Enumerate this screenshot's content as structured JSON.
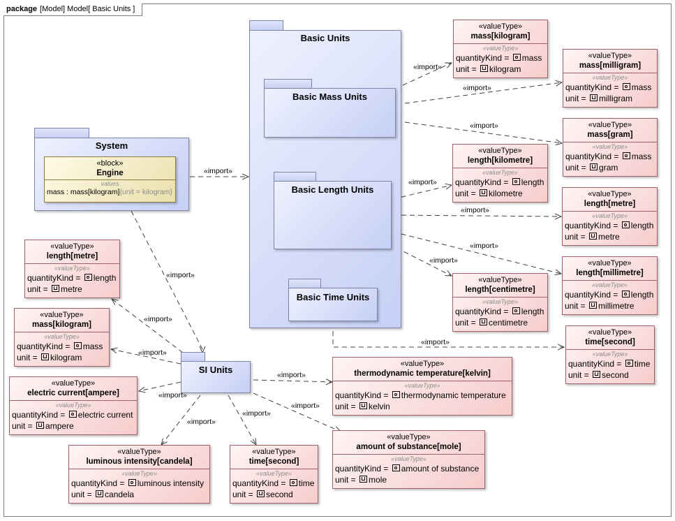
{
  "frame": {
    "keyword": "package",
    "path": "[Model] Model[ Basic Units ]"
  },
  "packages": {
    "basic_units": "Basic Units",
    "basic_mass_units": "Basic Mass Units",
    "basic_length_units": "Basic Length Units",
    "basic_time_units": "Basic Time Units",
    "system": "System",
    "si_units": "SI Units"
  },
  "engine_block": {
    "stereotype": "«block»",
    "name": "Engine",
    "compartment": "values",
    "value_prop": "mass : mass[kilogram]",
    "value_constraint": "{unit = kilogram}"
  },
  "value_types": [
    {
      "stereotype": "«valueType»",
      "name": "mass[kilogram]",
      "sub": "«valueType»",
      "qk_label": "quantityKind = ",
      "qk": "mass",
      "unit_label": "unit = ",
      "unit": "kilogram"
    },
    {
      "stereotype": "«valueType»",
      "name": "mass[milligram]",
      "sub": "«valueType»",
      "qk_label": "quantityKind = ",
      "qk": "mass",
      "unit_label": "unit = ",
      "unit": "milligram"
    },
    {
      "stereotype": "«valueType»",
      "name": "mass[gram]",
      "sub": "«valueType»",
      "qk_label": "quantityKind = ",
      "qk": "mass",
      "unit_label": "unit = ",
      "unit": "gram"
    },
    {
      "stereotype": "«valueType»",
      "name": "length[kilometre]",
      "sub": "«valueType»",
      "qk_label": "quantityKind = ",
      "qk": "length",
      "unit_label": "unit = ",
      "unit": "kilometre"
    },
    {
      "stereotype": "«valueType»",
      "name": "length[metre]",
      "sub": "«valueType»",
      "qk_label": "quantityKind = ",
      "qk": "length",
      "unit_label": "unit = ",
      "unit": "metre"
    },
    {
      "stereotype": "«valueType»",
      "name": "length[millimetre]",
      "sub": "«valueType»",
      "qk_label": "quantityKind = ",
      "qk": "length",
      "unit_label": "unit = ",
      "unit": "millimetre"
    },
    {
      "stereotype": "«valueType»",
      "name": "length[centimetre]",
      "sub": "«valueType»",
      "qk_label": "quantityKind = ",
      "qk": "length",
      "unit_label": "unit = ",
      "unit": "centimetre"
    },
    {
      "stereotype": "«valueType»",
      "name": "time[second]",
      "sub": "«valueType»",
      "qk_label": "quantityKind = ",
      "qk": "time",
      "unit_label": "unit = ",
      "unit": "second"
    },
    {
      "stereotype": "«valueType»",
      "name": "length[metre]",
      "sub": "«valueType»",
      "qk_label": "quantityKind = ",
      "qk": "length",
      "unit_label": "unit = ",
      "unit": "metre"
    },
    {
      "stereotype": "«valueType»",
      "name": "mass[kilogram]",
      "sub": "«valueType»",
      "qk_label": "quantityKind = ",
      "qk": "mass",
      "unit_label": "unit = ",
      "unit": "kilogram"
    },
    {
      "stereotype": "«valueType»",
      "name": "electric current[ampere]",
      "sub": "«valueType»",
      "qk_label": "quantityKind = ",
      "qk": "electric current",
      "unit_label": "unit = ",
      "unit": "ampere"
    },
    {
      "stereotype": "«valueType»",
      "name": "thermodynamic temperature[kelvin]",
      "sub": "«valueType»",
      "qk_label": "quantityKind = ",
      "qk": "thermodynamic temperature",
      "unit_label": "unit = ",
      "unit": "kelvin"
    },
    {
      "stereotype": "«valueType»",
      "name": "amount of substance[mole]",
      "sub": "«valueType»",
      "qk_label": "quantityKind = ",
      "qk": "amount of substance",
      "unit_label": "unit = ",
      "unit": "mole"
    },
    {
      "stereotype": "«valueType»",
      "name": "luminous intensity[candela]",
      "sub": "«valueType»",
      "qk_label": "quantityKind = ",
      "qk": "luminous intensity",
      "unit_label": "unit = ",
      "unit": "candela"
    },
    {
      "stereotype": "«valueType»",
      "name": "time[second]",
      "sub": "«valueType»",
      "qk_label": "quantityKind = ",
      "qk": "time",
      "unit_label": "unit = ",
      "unit": "second"
    }
  ],
  "relation_label": "«import»",
  "colors": {
    "package_fill": "#c6cff5",
    "valuetype_fill": "#f7cccc",
    "block_fill": "#eadfad",
    "line": "#404040"
  }
}
